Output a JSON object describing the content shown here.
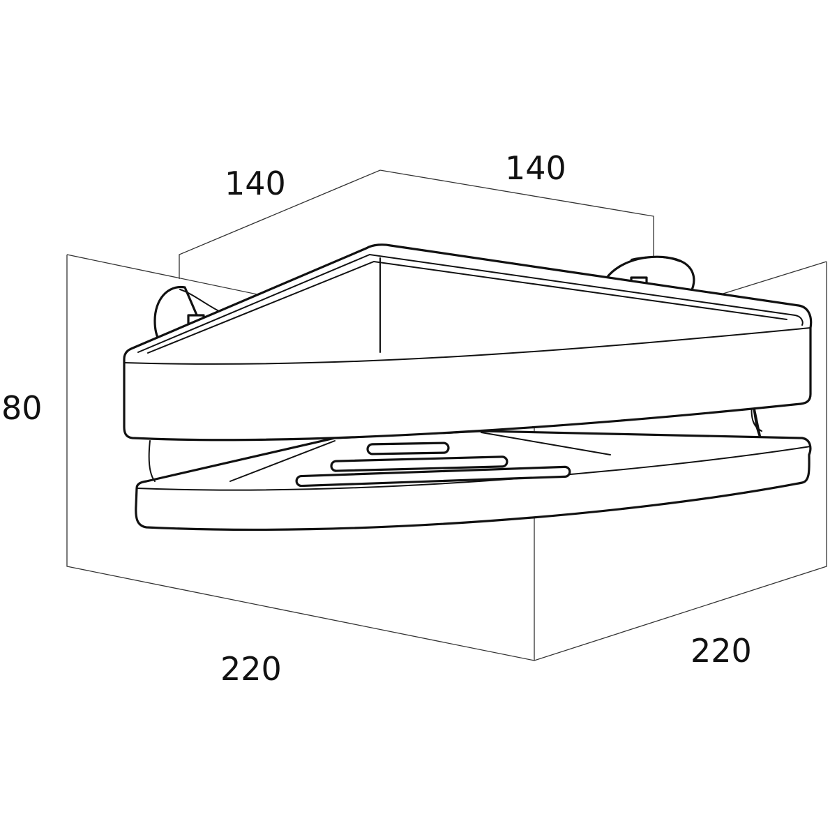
{
  "title": "Corner shower basket dimension drawing",
  "dimensions": {
    "depth_left": "140",
    "depth_right": "140",
    "height": "80",
    "width_left": "220",
    "width_right": "220"
  },
  "colors": {
    "line": "#111111",
    "dimension_line": "#333333",
    "background": "#ffffff"
  }
}
